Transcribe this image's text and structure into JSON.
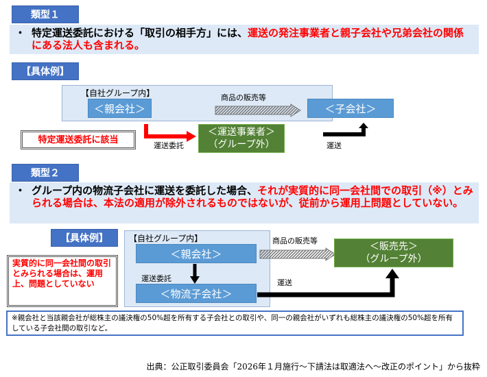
{
  "type1": {
    "tag": "類型１",
    "bullet": "・",
    "text_black": "特定運送委託における「取引の相手方」には、",
    "text_red": "運送の発注事業者と親子会社や兄弟会社の関係にある法人も含まれる。",
    "example_tag": "【具体例】",
    "group_label": "【自社グループ内】",
    "parent": "＜親会社＞",
    "sales_label": "商品の販売等",
    "subsidiary": "＜子会社＞",
    "note": "特定運送委託に該当",
    "consign_label": "運送委託",
    "carrier_line1": "＜運送事業者＞",
    "carrier_line2": "（グループ外）",
    "transport_label": "運送"
  },
  "type2": {
    "tag": "類型２",
    "bullet": "・",
    "text_black": "グループ内の物流子会社に運送を委託した場合、",
    "text_red": "それが実質的に同一会社間での取引（※）とみられる場合は、本法の適用が除外されるものではないが、従前から運用上問題としていない。",
    "example_tag": "【具体例】",
    "note": "実質的に同一会社間の取引とみられる場合は、運用上、問題としていない",
    "group_label": "【自社グループ内】",
    "parent": "＜親会社＞",
    "consign_label": "運送委託",
    "logistics": "＜物流子会社＞",
    "sales_label": "商品の販売等",
    "buyer_line1": "＜販売先＞",
    "buyer_line2": "（グループ外）",
    "transport_label": "運送"
  },
  "footnote": "※親会社と当該親会社が総株主の議決権の50%超を所有する子会社との取引や、同一の親会社がいずれも総株主の議決権の50%超を所有している子会社間の取引など。",
  "source": "出典：公正取引委員会「2026年１月施行～下請法は取適法へ～改正のポイント」から抜粋"
}
